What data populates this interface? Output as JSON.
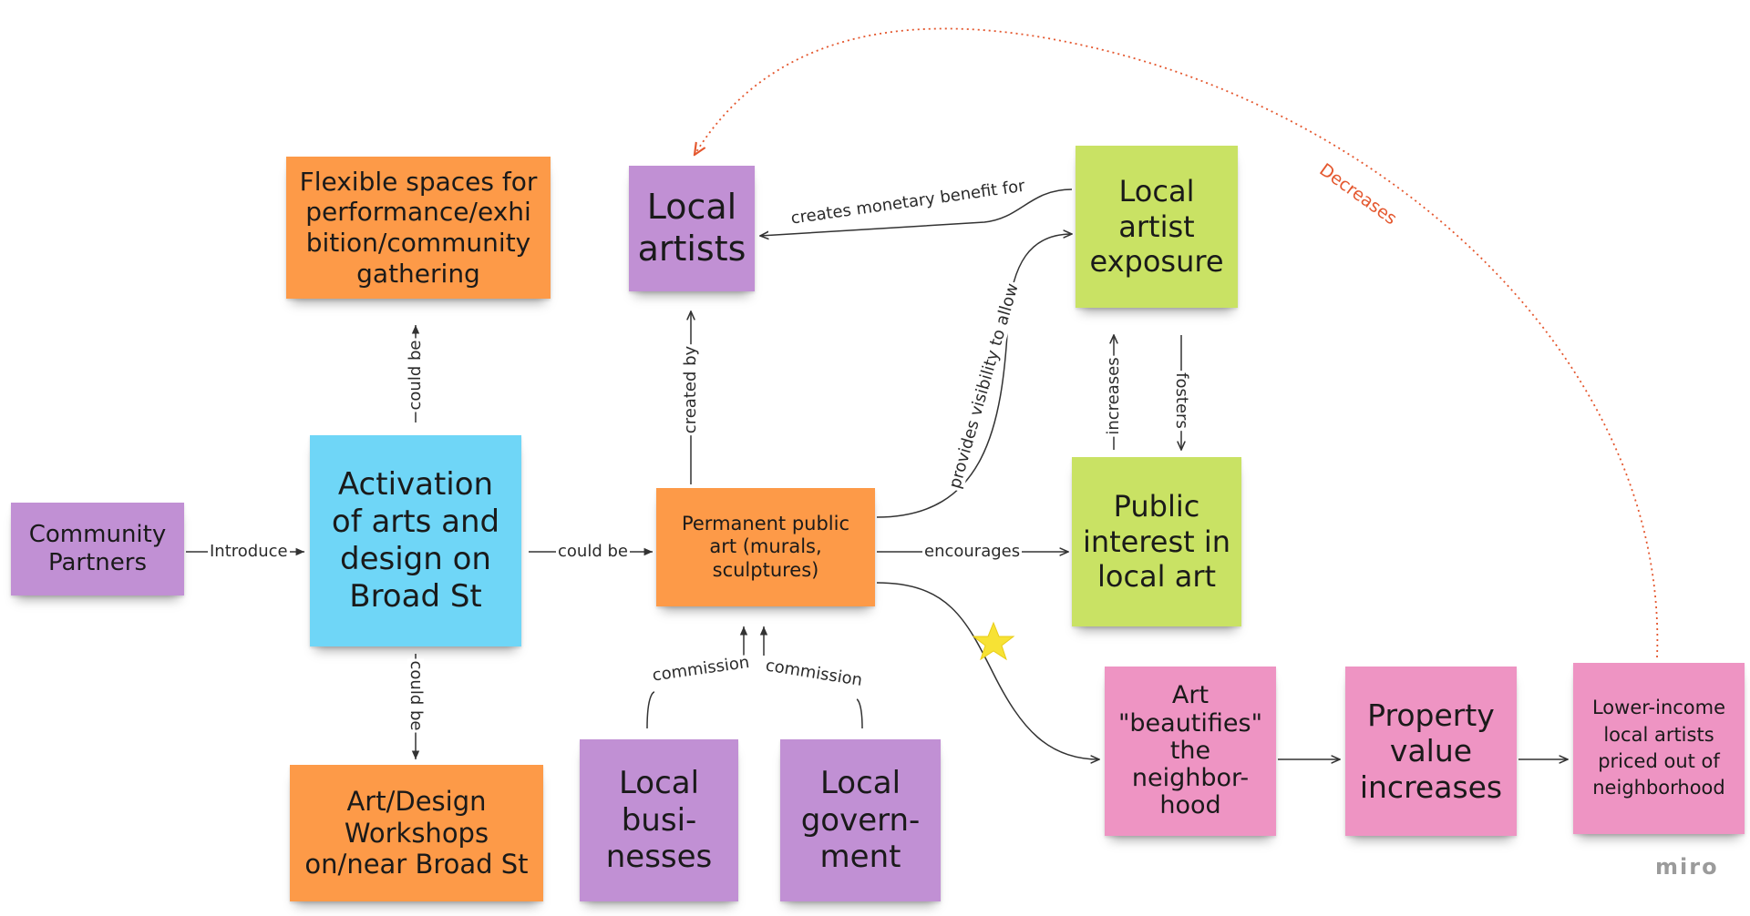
{
  "notes": {
    "flexible_spaces": "Flexible spaces for\nperformance/exhi\nbition/community\ngathering",
    "local_artists": "Local\nartists",
    "local_artist_exposure": "Local\nartist\nexposure",
    "community_partners": "Community\nPartners",
    "activation": "Activation\nof arts and\ndesign on\nBroad St",
    "permanent_public_art": "Permanent public\nart (murals,\nsculptures)",
    "public_interest": "Public\ninterest in\nlocal art",
    "art_workshops": "Art/Design\nWorkshops\non/near Broad St",
    "local_businesses": "Local\nbusi-\nnesses",
    "local_government": "Local\ngovern-\nment",
    "art_beautifies": "Art\n\"beautifies\"\nthe\nneighbor-\nhood",
    "property_value": "Property\nvalue\nincreases",
    "lower_income": "Lower-income\nlocal artists\npriced out of\nneighborhood"
  },
  "connectors": {
    "introduce": "Introduce",
    "could_be_right": "could be",
    "could_be_up": "could be",
    "could_be_down": "could be",
    "created_by": "created by",
    "creates_monetary_benefit": "creates monetary benefit for",
    "provides_visibility": "provides visibility to allow",
    "encourages": "encourages",
    "increases": "increases",
    "fosters": "fosters",
    "commission_left": "commission",
    "commission_right": "commission",
    "decreases": "Decreases"
  },
  "colors": {
    "orange": "#fd9a48",
    "purple": "#c190d4",
    "blue": "#6fd6f7",
    "lime": "#c9e264",
    "pink": "#ee94c3",
    "decreases_line": "#e4572e"
  },
  "starred_path": "star-icon",
  "watermark": "miro"
}
